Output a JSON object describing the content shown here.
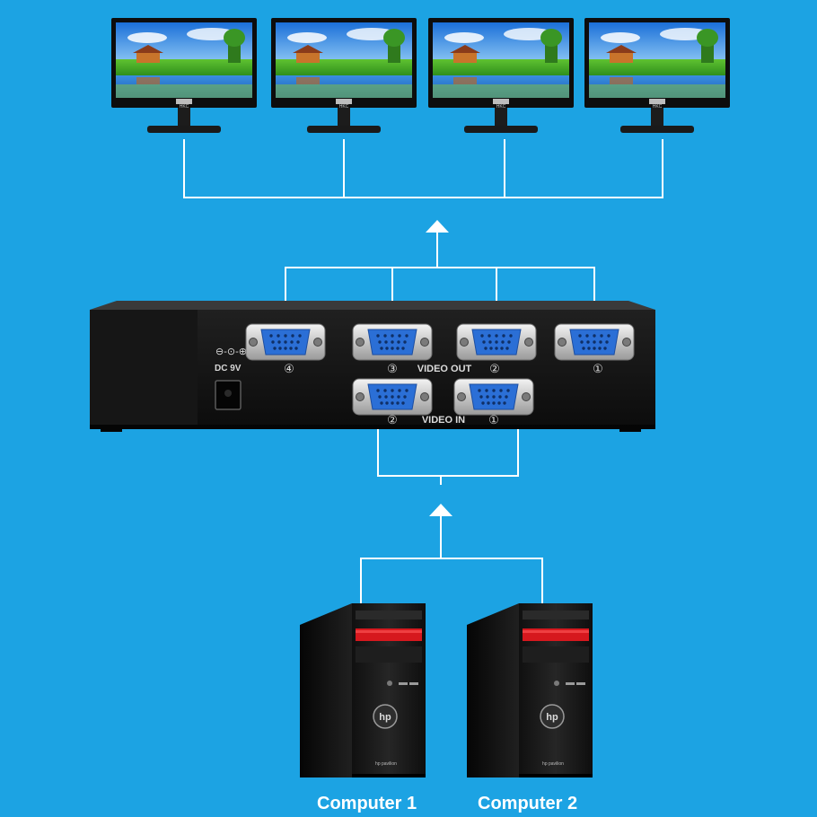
{
  "monitors": [
    {
      "brand": "HKC"
    },
    {
      "brand": "HKC"
    },
    {
      "brand": "HKC"
    },
    {
      "brand": "HKC"
    }
  ],
  "splitter": {
    "power_label": "DC 9V",
    "video_out_label": "VIDEO OUT",
    "video_in_label": "VIDEO IN",
    "out_ports": [
      "④",
      "③",
      "②",
      "①"
    ],
    "in_ports": [
      "②",
      "①"
    ]
  },
  "computers": [
    {
      "label": "Computer 1",
      "logo": "hp",
      "model": "hp pavilion"
    },
    {
      "label": "Computer 2",
      "logo": "hp",
      "model": "hp pavilion"
    }
  ],
  "colors": {
    "background": "#1ca3e3",
    "connector_line": "#ffffff",
    "vga_port": "#2b6fd6",
    "device_body": "#141414",
    "tower_accent": "#d6181e"
  }
}
